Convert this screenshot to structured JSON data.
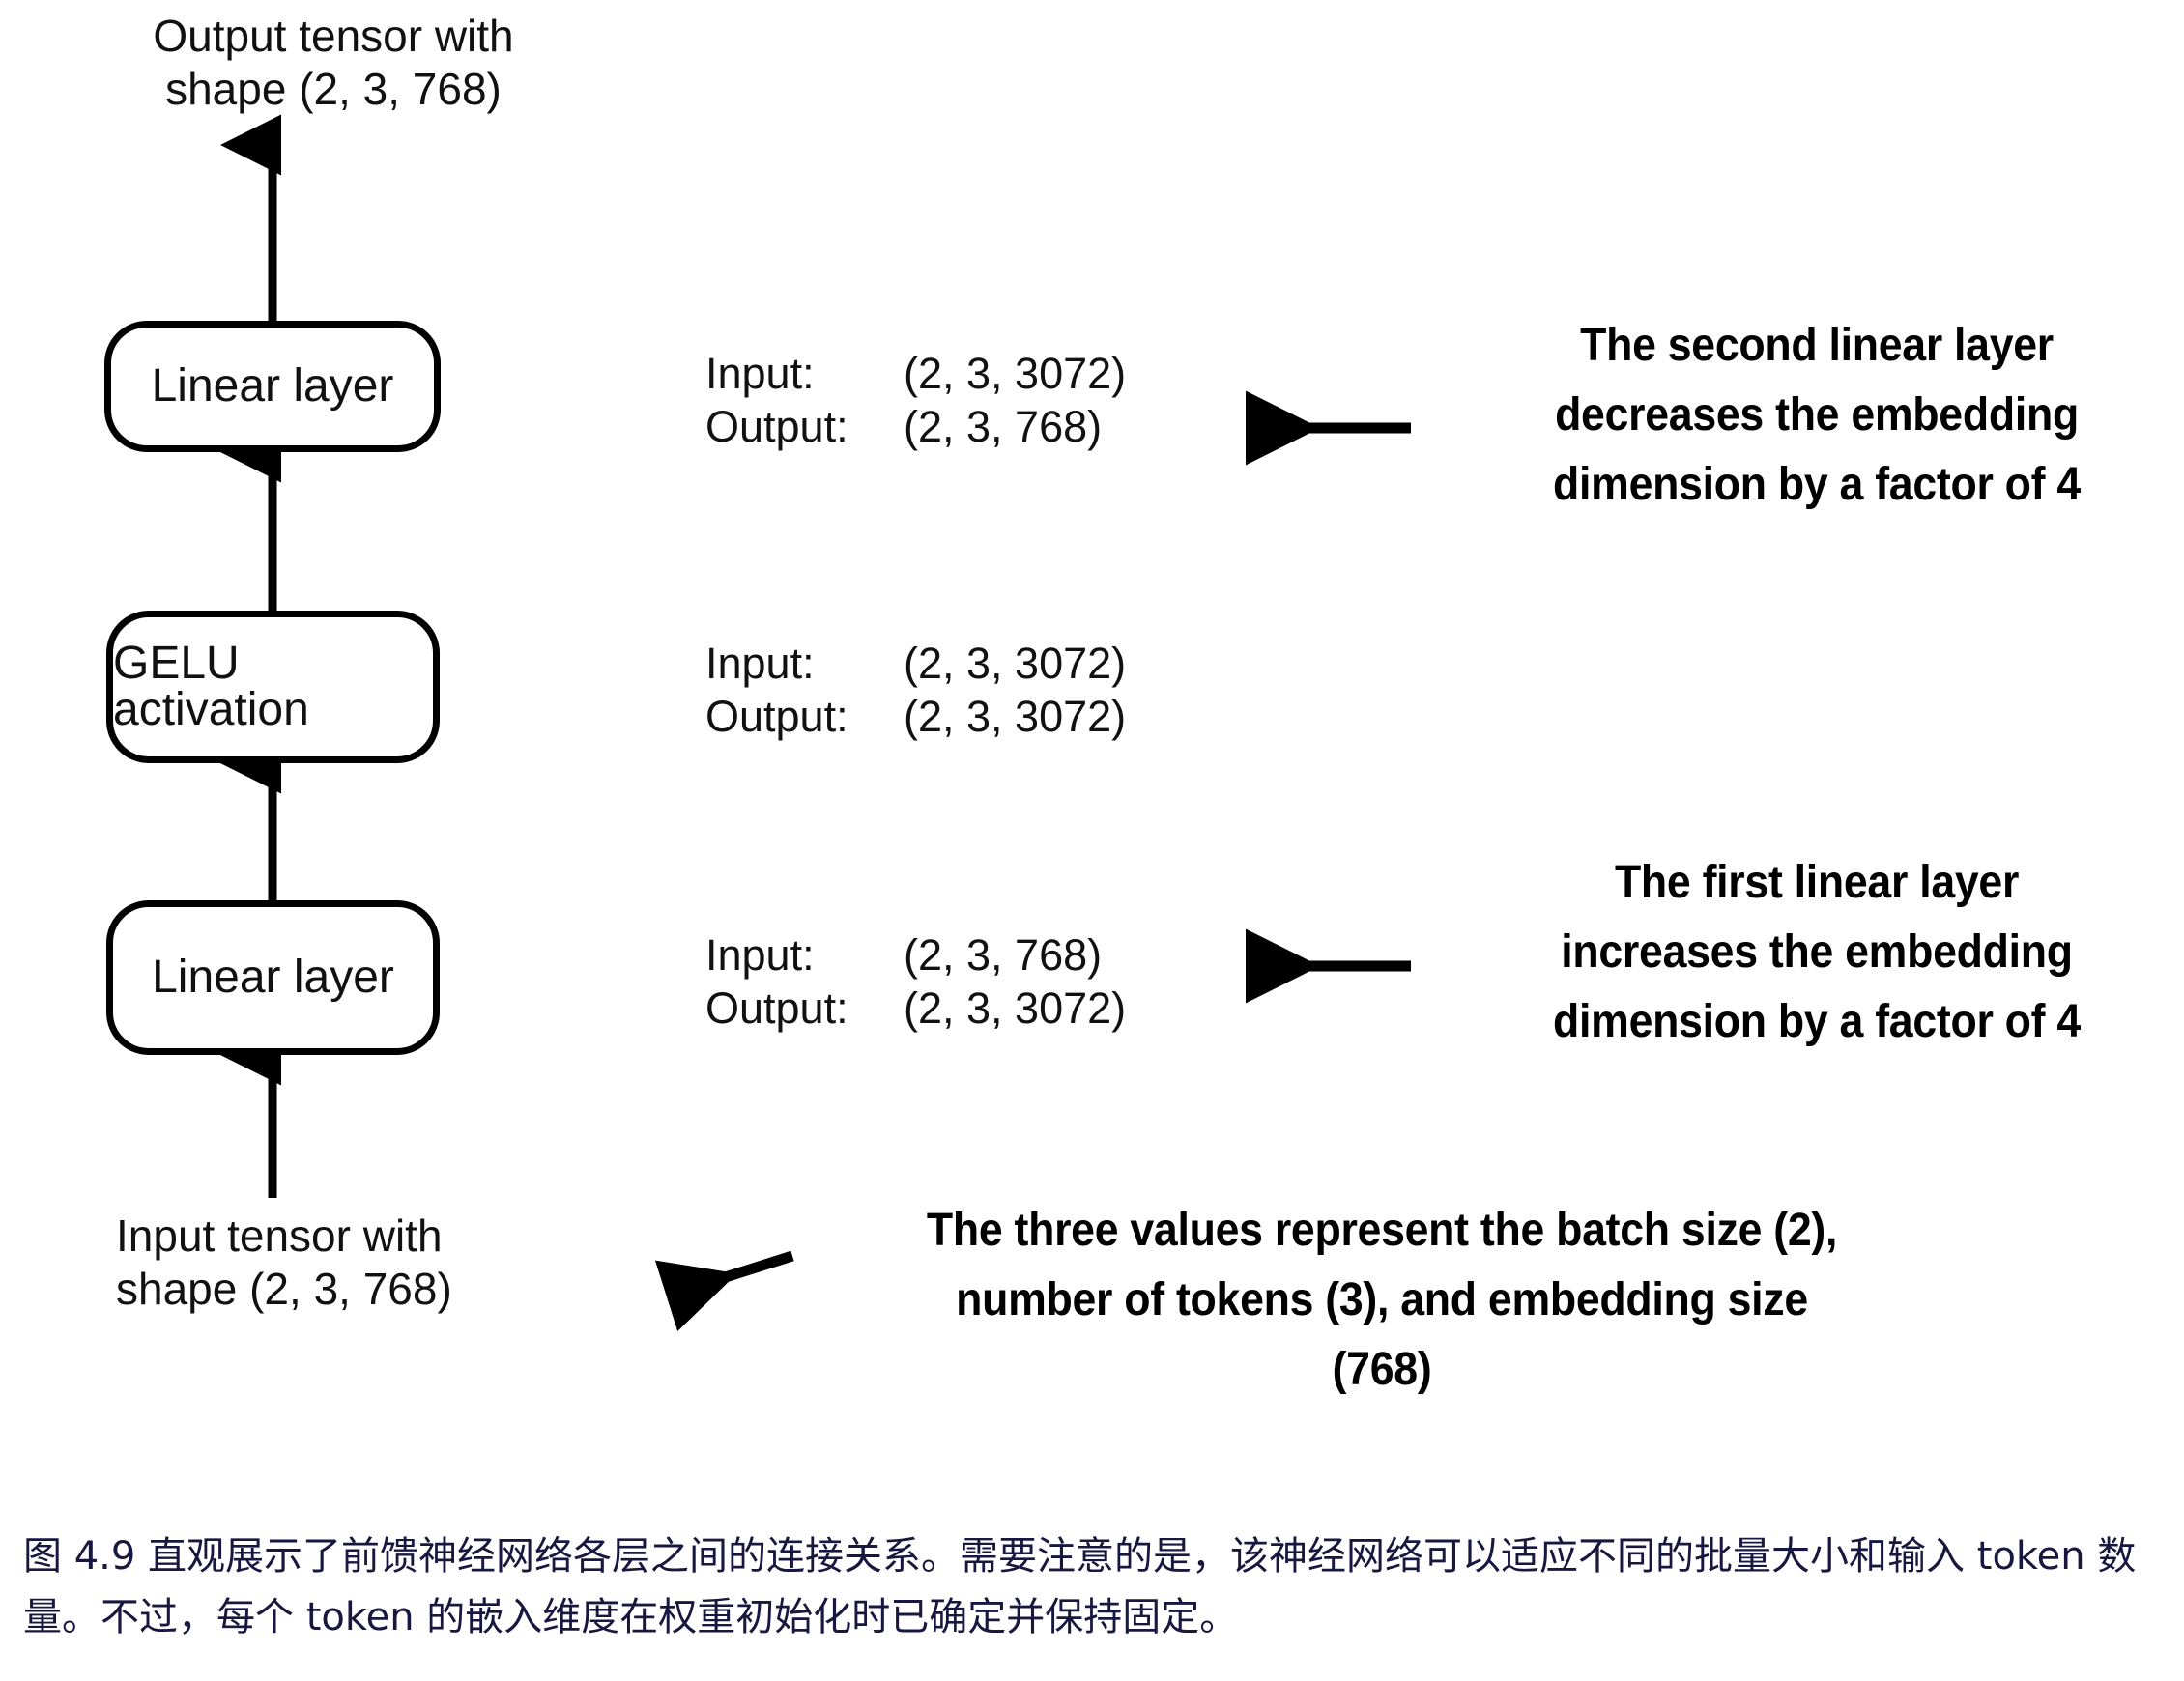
{
  "figure": {
    "top_label": "Output tensor with\nshape (2, 3, 768)",
    "bottom_label": "Input tensor with\nshape (2, 3, 768)",
    "io_key_input": "Input:",
    "io_key_output": "Output:",
    "blocks": [
      {
        "name": "second-linear-layer",
        "box_label": "Linear layer",
        "input_shape": "(2, 3, 3072)",
        "output_shape": "(2, 3, 768)"
      },
      {
        "name": "gelu-activation",
        "box_label": "GELU activation",
        "input_shape": "(2, 3, 3072)",
        "output_shape": "(2, 3, 3072)"
      },
      {
        "name": "first-linear-layer",
        "box_label": "Linear layer",
        "input_shape": "(2, 3, 768)",
        "output_shape": "(2, 3, 3072)"
      }
    ],
    "callouts": [
      {
        "name": "second-linear-callout",
        "lines": [
          "The second linear layer",
          "decreases the embedding",
          "dimension by a factor of 4"
        ]
      },
      {
        "name": "first-linear-callout",
        "lines": [
          "The first linear layer",
          "increases the embedding",
          "dimension by a factor of 4"
        ]
      },
      {
        "name": "shape-values-callout",
        "lines": [
          "The three values represent the batch size (2),",
          "number of tokens (3), and embedding size",
          "(768)"
        ]
      }
    ],
    "caption": "图 4.9 直观展示了前馈神经网络各层之间的连接关系。需要注意的是，该神经网络可以适应不同的批量大小和输入 token 数量。不过，每个 token 的嵌入维度在权重初始化时已确定并保持固定。",
    "colors": {
      "stroke": "#000000",
      "text": "#111111",
      "caption": "#17173f",
      "background": "#ffffff"
    }
  }
}
